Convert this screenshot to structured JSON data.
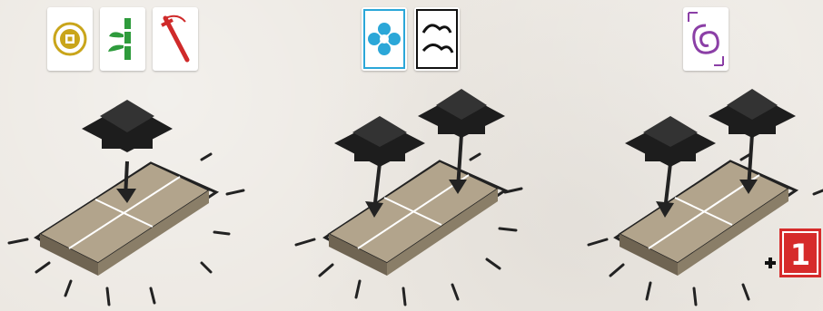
{
  "panels": [
    {
      "id": "one-roof",
      "tiles": [
        {
          "icon": "coin-icon",
          "color": "#c9a51a"
        },
        {
          "icon": "bamboo-icon",
          "color": "#2e9b3c"
        },
        {
          "icon": "sword-icon",
          "color": "#cf2a2a"
        }
      ],
      "roofs": 1
    },
    {
      "id": "two-roofs",
      "tiles": [
        {
          "icon": "flower-icon",
          "color": "#2ba7d8"
        },
        {
          "icon": "cloud-icon",
          "color": "#111111"
        }
      ],
      "roofs": 2
    },
    {
      "id": "two-roofs-bonus",
      "tiles": [
        {
          "icon": "dragon-icon",
          "color": "#8b3fa6"
        }
      ],
      "roofs": 2,
      "bonus": {
        "value": "1",
        "color": "#d62b2b"
      }
    }
  ],
  "colors": {
    "background": "#ece8e2",
    "stone": "#b2a48c",
    "stone_dark": "#6f6452",
    "roof": "#1d1d1d"
  }
}
